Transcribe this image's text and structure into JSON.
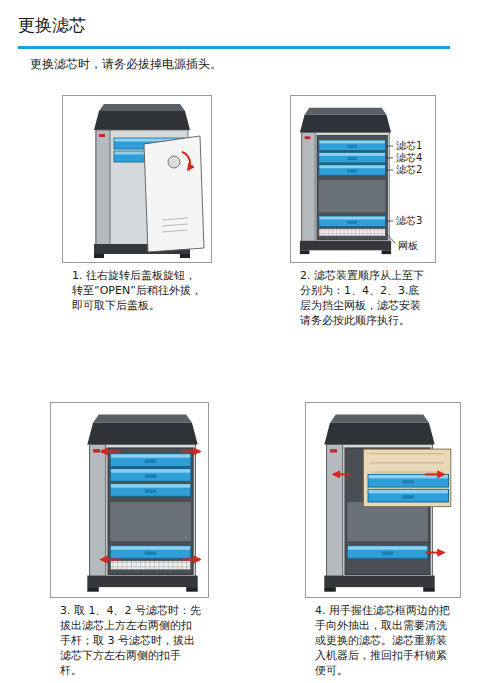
{
  "diagram": {
    "title": "更换滤芯",
    "nodes": [
      {
        "text": [
          "1. 往右旋转后盖板旋钮，转至“OPEN”后稍往外拔，即可取下后盖板。"
        ]
      },
      {
        "text": [
          "2. 滤芯装置顺序从上至下分别为：1、4、2、3.底层为挡尘网板，滤芯安装请务必按此顺序执行。"
        ]
      },
      {
        "text": [
          "3. 取 1、4、2 号滤芯时：先拔出滤芯上方左右两侧的扣手杆；取 3 号滤芯时，拔出滤芯下方左右两侧的扣手杆。"
        ]
      },
      {
        "text": [
          "4. 用手握住滤芯框两边的把手向外抽出，取出需要清洗或更换的滤芯。滤芯重新装入机器后，推回扣手杆锁紧便可。"
        ]
      }
    ],
    "labels": [
      "更换滤芯时，请务必拔掉电源插头。",
      "滤芯1",
      "滤芯4",
      "滤芯2",
      "滤芯3",
      "网板"
    ]
  }
}
